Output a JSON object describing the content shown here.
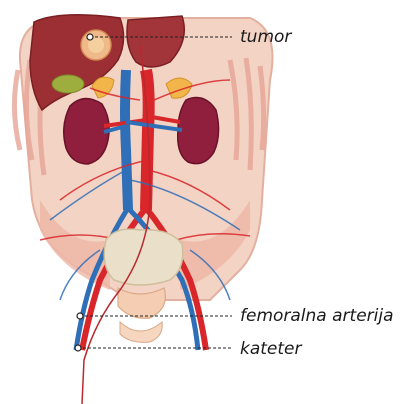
{
  "labels": {
    "tumor": "tumor",
    "femoral_artery": "femoralna arterija",
    "catheter": "kateter"
  },
  "colors": {
    "liver": "#9b2f33",
    "kidney": "#8f1f3c",
    "artery": "#d8262b",
    "vein": "#2f6fb8",
    "skin": "#f1c7b5",
    "muscle": "#e8a196",
    "adrenal": "#f1b54a",
    "gallbladder": "#9eae3e",
    "bone": "#eadfc9"
  },
  "icons": {
    "leader_marker": "hollow-circle"
  }
}
